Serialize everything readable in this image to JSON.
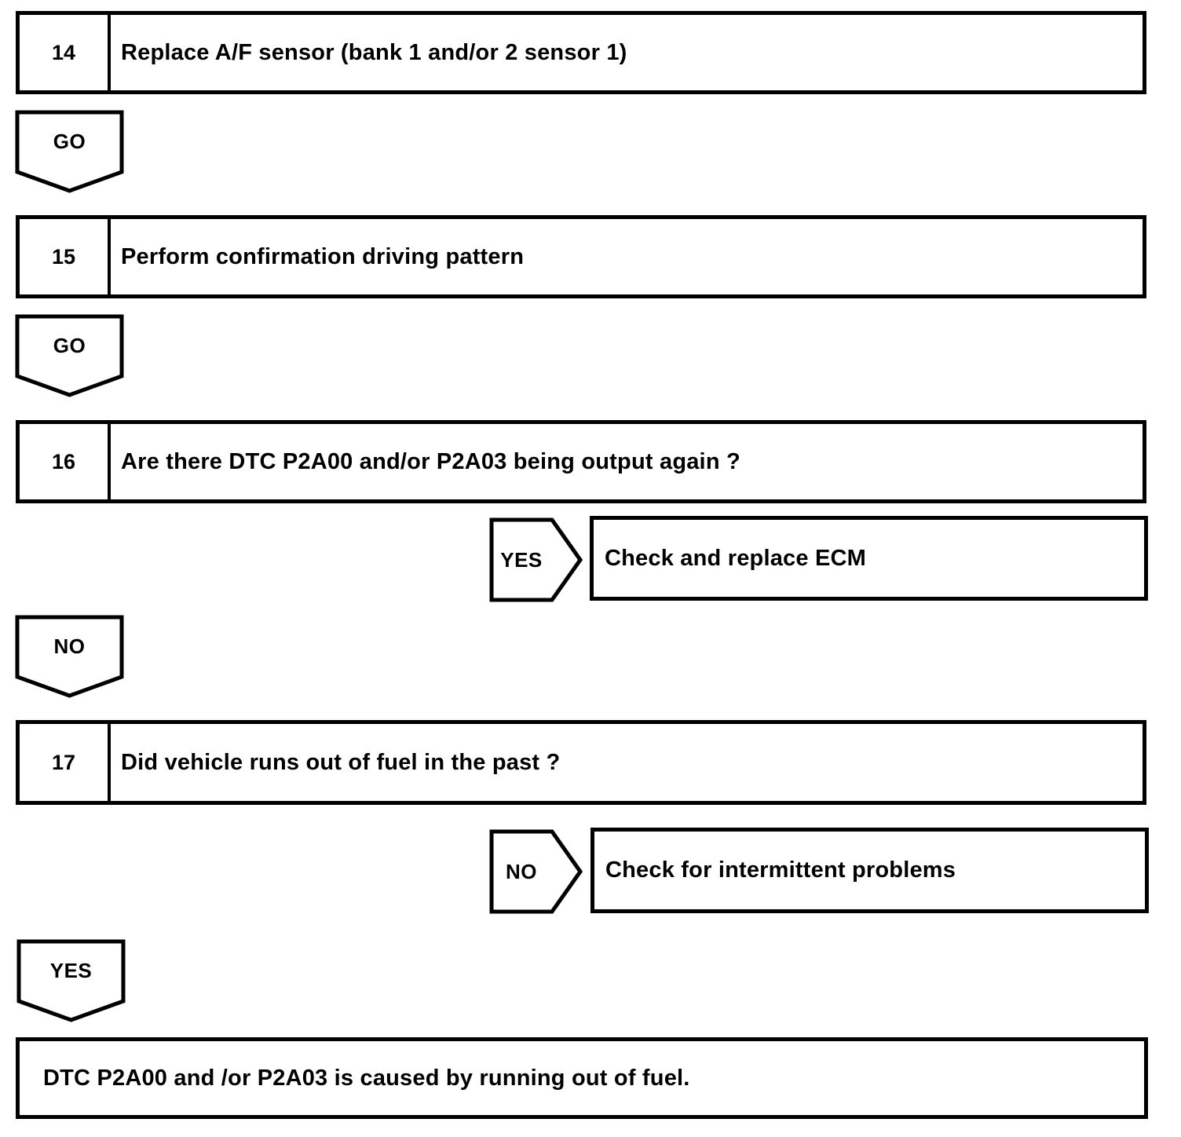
{
  "page": {
    "background": "#ffffff",
    "line_color": "#000000",
    "text_color": "#000000"
  },
  "flow": {
    "steps": [
      {
        "number": "14",
        "text": "Replace A/F sensor (bank 1 and/or 2 sensor 1)"
      },
      {
        "number": "15",
        "text": "Perform confirmation driving pattern"
      },
      {
        "number": "16",
        "text": "Are there DTC P2A00 and/or P2A03 being output again ?"
      },
      {
        "number": "17",
        "text": "Did vehicle runs out of fuel in the past ?"
      }
    ],
    "connectors": {
      "go_after_14": "GO",
      "go_after_15": "GO",
      "yes_from_16": "YES",
      "no_from_16": "NO",
      "no_from_17": "NO",
      "yes_from_17": "YES"
    },
    "results": {
      "yes_from_16": "Check and replace ECM",
      "no_from_17": "Check for intermittent problems",
      "conclusion": "DTC P2A00 and /or P2A03 is caused by running out of fuel."
    }
  }
}
